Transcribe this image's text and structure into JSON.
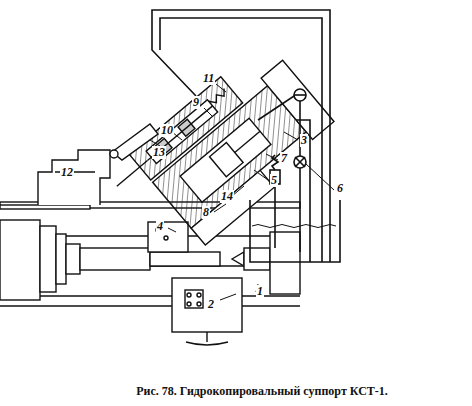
{
  "diagram": {
    "caption": "Рис. 78. Гидрокопировальный суппорт КСТ-1.",
    "labels": [
      "11",
      "9",
      "10",
      "3",
      "7",
      "13",
      "12",
      "5",
      "6",
      "14",
      "8",
      "4",
      "2",
      "1"
    ]
  }
}
